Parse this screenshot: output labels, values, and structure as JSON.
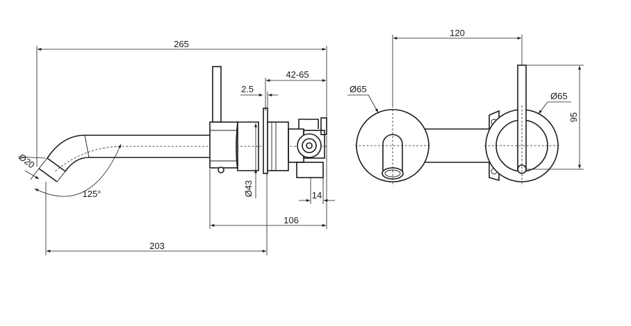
{
  "side_view": {
    "overall_length": "265",
    "spout_diameter": "Ø20",
    "spout_angle": "125°",
    "plate_gap": "2.5",
    "wall_depth_range": "42-65",
    "body_diameter": "Ø43",
    "bracket_width": "14",
    "depth_from_body": "106",
    "spout_reach": "203"
  },
  "front_view": {
    "centre_distance": "120",
    "spout_plate_diameter": "Ø65",
    "mixer_plate_diameter": "Ø65",
    "lever_height": "95"
  }
}
